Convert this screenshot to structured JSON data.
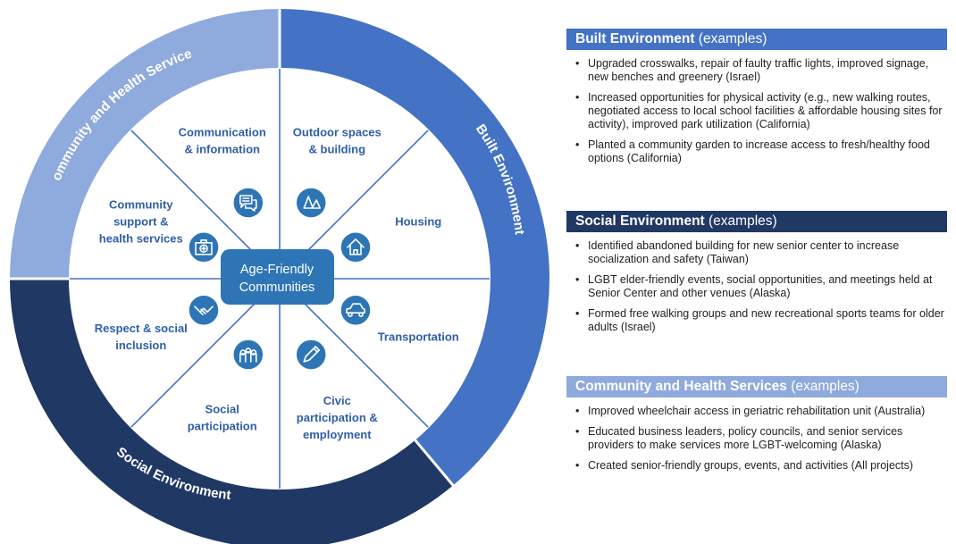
{
  "diagram": {
    "center_label_line1": "Age-Friendly",
    "center_label_line2": "Communities",
    "rings": {
      "community": "Community and Health Services",
      "built": "Built Environment",
      "social": "Social Environment"
    },
    "segments": [
      {
        "lines": [
          "Outdoor spaces",
          "& building"
        ],
        "icon": "trees-icon"
      },
      {
        "lines": [
          "Housing"
        ],
        "icon": "house-icon"
      },
      {
        "lines": [
          "Transportation"
        ],
        "icon": "car-icon"
      },
      {
        "lines": [
          "Civic",
          "participation &",
          "employment"
        ],
        "icon": "pen-icon"
      },
      {
        "lines": [
          "Social",
          "participation"
        ],
        "icon": "people-icon"
      },
      {
        "lines": [
          "Respect & social",
          "inclusion"
        ],
        "icon": "handshake-icon"
      },
      {
        "lines": [
          "Community",
          "support &",
          "health services"
        ],
        "icon": "first-aid-kit-icon"
      },
      {
        "lines": [
          "Communication",
          "& information"
        ],
        "icon": "chat-bubbles-icon"
      }
    ],
    "colors": {
      "built": "#4472c4",
      "social": "#203864",
      "community": "#8faadc",
      "hub": "#2e75b6",
      "spoke": "#4472c4",
      "label": "#2f5fa7"
    }
  },
  "panels": [
    {
      "title": "Built Environment",
      "title_suffix": "(examples)",
      "color": "#4472c4",
      "items": [
        "Upgraded crosswalks, repair of faulty traffic lights, improved signage, new benches and greenery (Israel)",
        "Increased opportunities for physical activity (e.g., new walking routes, negotiated access to local school facilities & affordable housing sites for activity),  improved park utilization (California)",
        "Planted a community garden to increase access to fresh/healthy food options (California)"
      ]
    },
    {
      "title": "Social Environment",
      "title_suffix": "(examples)",
      "color": "#203864",
      "items": [
        "Identified abandoned building for new senior center to increase socialization and safety (Taiwan)",
        "LGBT elder-friendly events, social opportunities, and meetings held at Senior Center and other venues (Alaska)",
        "Formed free walking groups and new recreational sports teams for older adults (Israel)"
      ]
    },
    {
      "title": "Community and Health Services",
      "title_suffix": "(examples)",
      "color": "#8faadc",
      "items": [
        "Improved wheelchair access in geriatric rehabilitation unit (Australia)",
        "Educated business leaders, policy councils, and senior services providers to make services more LGBT-welcoming (Alaska)",
        "Created senior-friendly groups, events, and activities (All projects)"
      ]
    }
  ]
}
